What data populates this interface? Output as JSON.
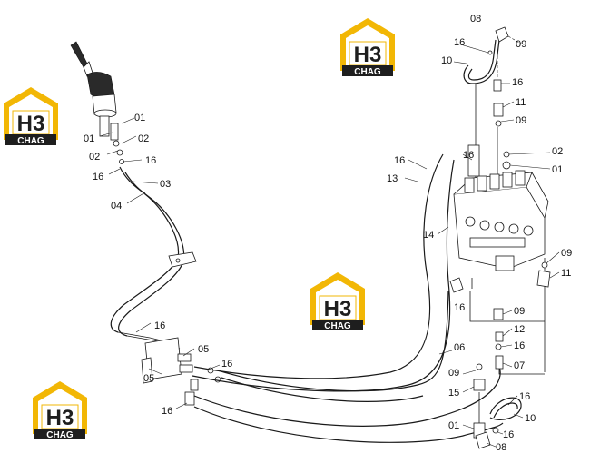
{
  "watermark": {
    "mark": "H3",
    "word": "CHAG",
    "colors": {
      "gold": "#F2B705",
      "dark": "#1e1e1e",
      "white": "#ffffff"
    }
  },
  "labels": {
    "l01": "01",
    "l02": "02",
    "l03": "03",
    "l04": "04",
    "l05": "05",
    "l06": "06",
    "l07": "07",
    "l08": "08",
    "l09": "09",
    "l10": "10",
    "l11": "11",
    "l12": "12",
    "l13": "13",
    "l14": "14",
    "l15": "15",
    "l16": "16"
  }
}
